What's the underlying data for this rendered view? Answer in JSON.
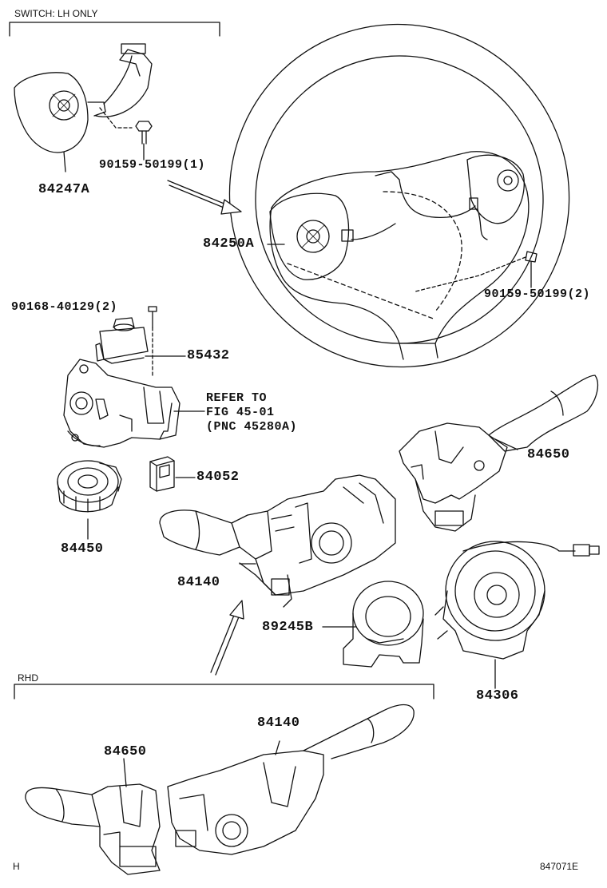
{
  "headers": {
    "switch_lh_only": "SWITCH: LH ONLY",
    "rhd": "RHD",
    "corner_mark": "H",
    "figure_id": "847071E"
  },
  "parts": {
    "p84247A": "84247A",
    "p90159_1": "90159-50199(1)",
    "p84250A": "84250A",
    "p90159_2": "90159-50199(2)",
    "p90168": "90168-40129(2)",
    "p85432": "85432",
    "refer_line1": "REFER TO",
    "refer_line2": "FIG 45-01",
    "refer_line3": "(PNC 45280A)",
    "p84052": "84052",
    "p84650": "84650",
    "p84450": "84450",
    "p84140": "84140",
    "p89245B": "89245B",
    "p84306": "84306",
    "p84140_rhd": "84140",
    "p84650_rhd": "84650"
  }
}
